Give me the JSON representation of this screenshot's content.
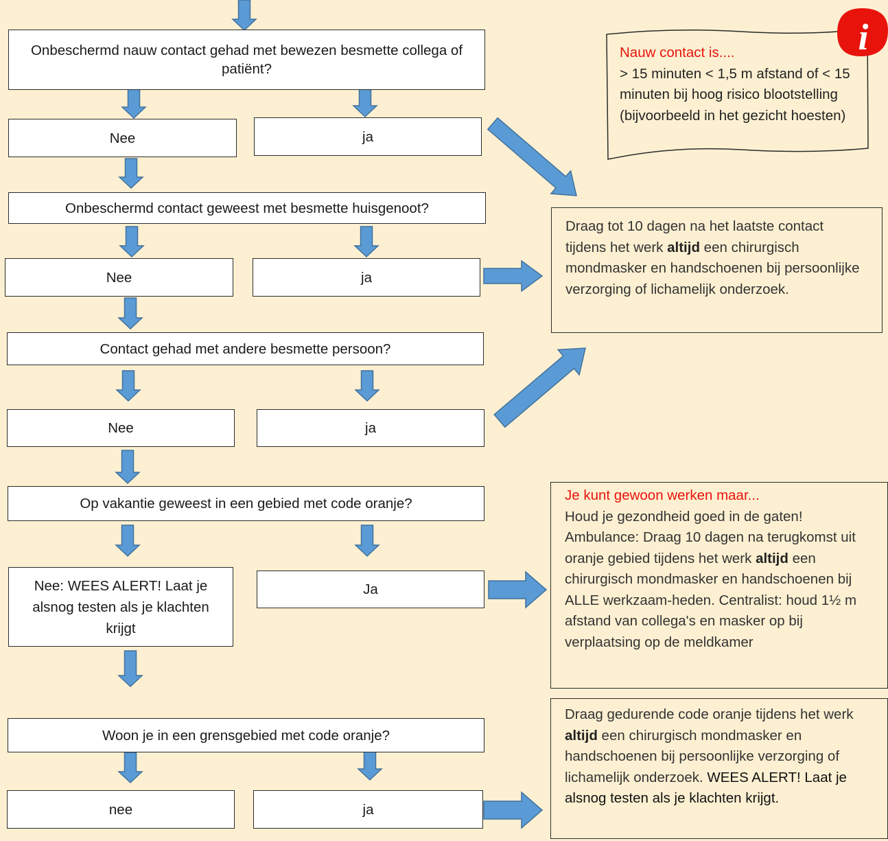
{
  "flow": {
    "q1": {
      "text": "Onbeschermd nauw contact gehad met bewezen besmette collega of patiënt?"
    },
    "q1_no": "Nee",
    "q1_yes": "ja",
    "q2": {
      "text": "Onbeschermd contact geweest met besmette huisgenoot?"
    },
    "q2_no": "Nee",
    "q2_yes": "ja",
    "q3": {
      "text": "Contact gehad met andere besmette persoon?"
    },
    "q3_no": "Nee",
    "q3_yes": "ja",
    "q4": {
      "text": "Op vakantie geweest in een gebied met code oranje?"
    },
    "q4_no": "Nee: WEES ALERT! Laat je alsnog testen als je klachten krijgt",
    "q4_yes": "Ja",
    "q5": {
      "text": "Woon je in een grensgebied met code oranje?"
    },
    "q5_no": "nee",
    "q5_yes": "ja"
  },
  "note_contact": {
    "title": "Nauw contact is....",
    "body": "> 15 minuten < 1,5 m afstand of < 15 minuten bij hoog risico blootstelling (bijvoorbeeld in het gezicht hoesten)",
    "icon": "info-icon",
    "icon_color": "#e8140c"
  },
  "advice_mask": {
    "before": "Draag tot 10 dagen na het laatste contact tijdens het werk ",
    "bold": "altijd",
    "after": " een chirurgisch mondmasker en  handschoenen bij persoonlijke verzorging of lichamelijk onderzoek."
  },
  "advice_holiday": {
    "title": "Je kunt gewoon werken maar...",
    "before": "Houd je gezondheid goed in de gaten! Ambulance: Draag 10 dagen na terugkomst uit oranje gebied tijdens het werk ",
    "bold": "altijd",
    "after": " een chirurgisch mondmasker en handschoenen bij ALLE werkzaam-heden. Centralist: houd 1½ m afstand van collega's en masker op bij verplaatsing op de meldkamer"
  },
  "advice_border": {
    "before": "Draag gedurende code oranje tijdens het werk ",
    "bold": "altijd",
    "middle": " een chirurgisch mondmasker en  handschoenen bij persoonlijke verzorging of lichamelijk onderzoek. ",
    "after": "WEES ALERT! Laat je alsnog testen als je klachten krijgt."
  },
  "colors": {
    "background": "#fdf0d2",
    "arrow_fill": "#5b9bd5",
    "arrow_stroke": "#41719c",
    "accent_red": "#e8140c"
  }
}
